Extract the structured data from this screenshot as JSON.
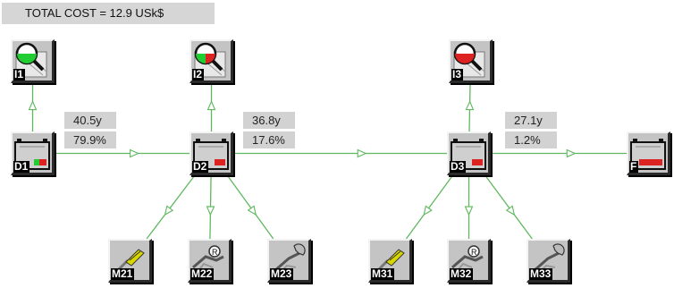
{
  "total_cost": "TOTAL COST = 12.9 USk$",
  "colors": {
    "edge": "#5fb85f",
    "green": "#22cc33",
    "red": "#dd2222",
    "panel": "#c4c4c4"
  },
  "nodes": {
    "I1": {
      "label": "I1",
      "icon": "magnifier-inspection-icon",
      "status": "green"
    },
    "I2": {
      "label": "I2",
      "icon": "magnifier-inspection-icon",
      "status": "green-red"
    },
    "I3": {
      "label": "I3",
      "icon": "magnifier-inspection-icon",
      "status": "red"
    },
    "D1": {
      "label": "D1",
      "icon": "battery-module-icon",
      "status": "green-red"
    },
    "D2": {
      "label": "D2",
      "icon": "battery-module-icon",
      "status": "red"
    },
    "D3": {
      "label": "D3",
      "icon": "battery-module-icon",
      "status": "red"
    },
    "F": {
      "label": "F",
      "icon": "battery-module-icon",
      "status": "red"
    },
    "M21": {
      "label": "M21",
      "icon": "screwdriver-icon"
    },
    "M22": {
      "label": "M22",
      "icon": "gear-hand-icon"
    },
    "M23": {
      "label": "M23",
      "icon": "wrench-hand-icon"
    },
    "M31": {
      "label": "M31",
      "icon": "screwdriver-icon"
    },
    "M32": {
      "label": "M32",
      "icon": "gear-hand-icon"
    },
    "M33": {
      "label": "M33",
      "icon": "wrench-hand-icon"
    }
  },
  "stages": [
    {
      "id": "D1",
      "time": "40.5y",
      "percent": "79.9%"
    },
    {
      "id": "D2",
      "time": "36.8y",
      "percent": "17.6%"
    },
    {
      "id": "D3",
      "time": "27.1y",
      "percent": "1.2%"
    }
  ],
  "edges": [
    {
      "from": "D1",
      "to": "I1"
    },
    {
      "from": "D2",
      "to": "I2"
    },
    {
      "from": "D3",
      "to": "I3"
    },
    {
      "from": "D1",
      "to": "D2"
    },
    {
      "from": "D2",
      "to": "D3"
    },
    {
      "from": "D3",
      "to": "F"
    },
    {
      "from": "D2",
      "to": "M21"
    },
    {
      "from": "D2",
      "to": "M22"
    },
    {
      "from": "D2",
      "to": "M23"
    },
    {
      "from": "D3",
      "to": "M31"
    },
    {
      "from": "D3",
      "to": "M32"
    },
    {
      "from": "D3",
      "to": "M33"
    }
  ]
}
